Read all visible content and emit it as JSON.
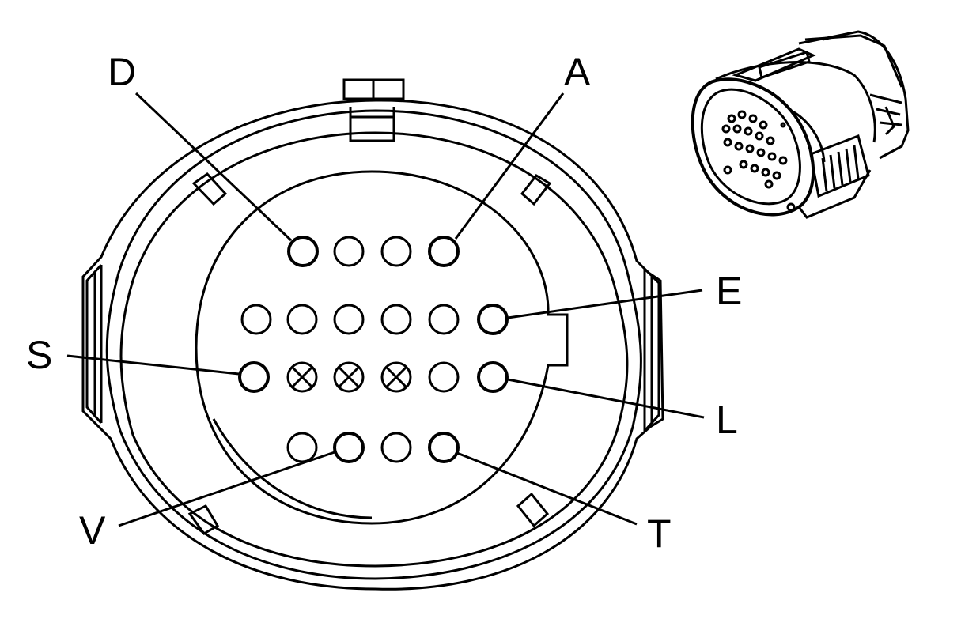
{
  "diagram": {
    "pin_labels": {
      "D": "D",
      "A": "A",
      "E": "E",
      "S": "S",
      "L": "L",
      "V": "V",
      "T": "T"
    },
    "cavity_rows": [
      [
        "used",
        "empty",
        "empty",
        "used"
      ],
      [
        "empty",
        "empty",
        "empty",
        "empty",
        "empty",
        "used"
      ],
      [
        "used",
        "plugged",
        "plugged",
        "plugged",
        "empty",
        "used"
      ],
      [
        "empty",
        "used",
        "empty",
        "used"
      ]
    ],
    "colors": {
      "line": "#000000",
      "background": "#ffffff"
    }
  }
}
